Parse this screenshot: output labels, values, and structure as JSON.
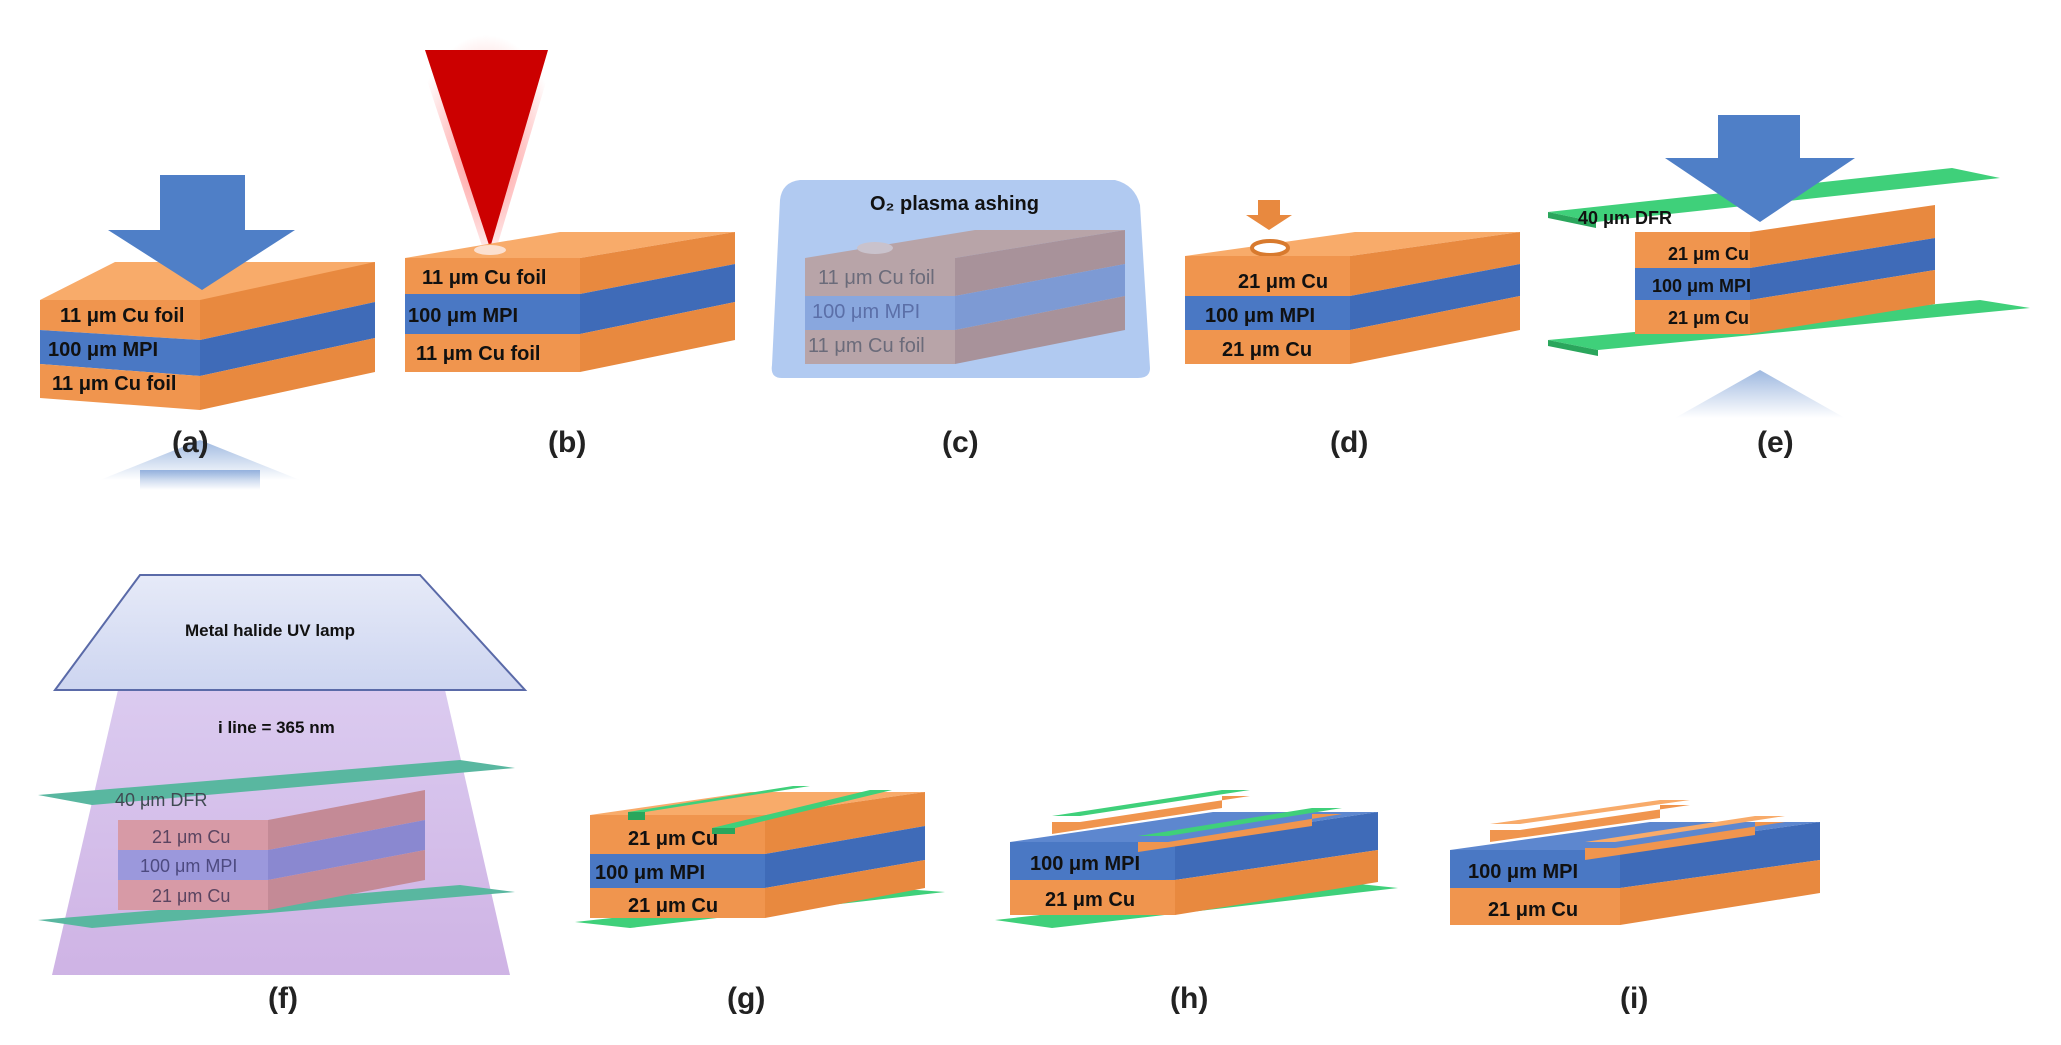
{
  "colors": {
    "copper_front": "#f0954e",
    "copper_top": "#f8ab6a",
    "copper_side": "#e07f35",
    "mpi_front": "#4a78c4",
    "mpi_side": "#3c66ad",
    "dfr_green": "#3fd07a",
    "arrow_blue": "#4f7fc7",
    "laser_red": "#cc0000",
    "plasma_blue": "#a8c4ef",
    "uv_purple": "#c8a8e0"
  },
  "panels": {
    "a": {
      "caption": "(a)",
      "top": "11 μm Cu foil",
      "middle": "100 μm MPI",
      "bottom": "11 μm Cu foil"
    },
    "b": {
      "caption": "(b)",
      "top": "11 μm Cu foil",
      "middle": "100 μm MPI",
      "bottom": "11 μm Cu foil"
    },
    "c": {
      "caption": "(c)",
      "title": "O₂ plasma ashing",
      "top": "11 μm Cu foil",
      "middle": "100 μm MPI",
      "bottom": "11 μm Cu foil"
    },
    "d": {
      "caption": "(d)",
      "top": "21 μm Cu",
      "middle": "100 μm MPI",
      "bottom": "21 μm Cu"
    },
    "e": {
      "caption": "(e)",
      "dfr": "40 μm DFR",
      "top": "21 μm Cu",
      "middle": "100 μm MPI",
      "bottom": "21 μm Cu"
    },
    "f": {
      "caption": "(f)",
      "lamp": "Metal halide UV lamp",
      "line": "i line = 365 nm",
      "dfr": "40 μm DFR",
      "top": "21 μm Cu",
      "middle": "100 μm MPI",
      "bottom": "21 μm Cu"
    },
    "g": {
      "caption": "(g)",
      "top": "21 μm Cu",
      "middle": "100 μm MPI",
      "bottom": "21 μm Cu"
    },
    "h": {
      "caption": "(h)",
      "middle": "100 μm MPI",
      "bottom": "21 μm Cu"
    },
    "i": {
      "caption": "(i)",
      "middle": "100 μm MPI",
      "bottom": "21 μm Cu"
    }
  }
}
